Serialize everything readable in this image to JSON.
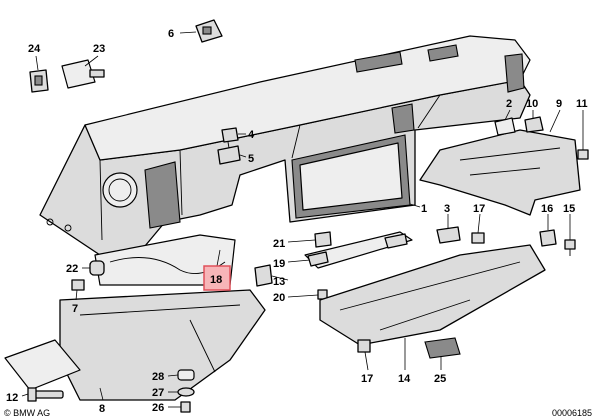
{
  "callouts": [
    "24",
    "23",
    "6",
    "2",
    "10",
    "9",
    "11",
    "4",
    "5",
    "1",
    "3",
    "17",
    "16",
    "15",
    "21",
    "19",
    "22",
    "18",
    "13",
    "7",
    "20",
    "28",
    "17",
    "14",
    "25",
    "27",
    "26",
    "12",
    "8"
  ],
  "copyright": "© BMW AG",
  "drawing_number": "00006185",
  "colors": {
    "part_fill": "#dcdcdc",
    "outline": "#000000",
    "highlight_fill": "#f7b5b8",
    "highlight_stroke": "#e0505a"
  }
}
